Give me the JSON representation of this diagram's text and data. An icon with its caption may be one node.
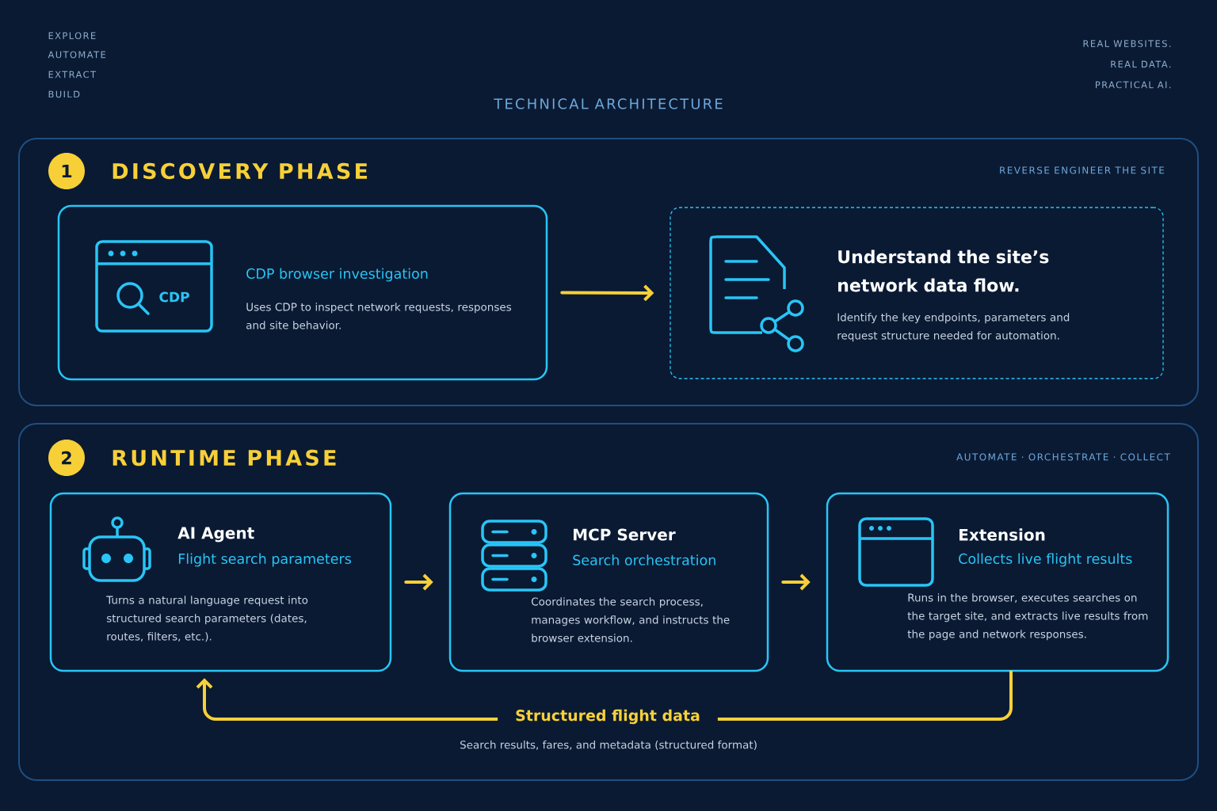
{
  "diagram": {
    "title": "TECHNICAL ARCHITECTURE",
    "nodes": [
      {
        "text": [
          "DISCOVERY PHASE",
          "REVERSE ENGINEER THE SITE"
        ]
      },
      {
        "text": [
          "1"
        ],
        "in": 0
      },
      {
        "text": [
          "CDP",
          "CDP browser investigation",
          "Uses CDP to inspect network requests, responses and site behavior."
        ],
        "in": 0
      },
      {
        "text": [
          "Understand the site’s network data flow.",
          "Identify the key endpoints, parameters and request structure needed for automation."
        ],
        "in": 0
      },
      {
        "text": [
          "RUNTIME PHASE",
          "AUTOMATE · ORCHESTRATE · COLLECT"
        ]
      },
      {
        "text": [
          "2"
        ],
        "in": 4
      },
      {
        "text": [
          "AI Agent",
          "Flight search parameters",
          "Turns a natural language request into structured search parameters (dates, routes, filters, etc.)."
        ],
        "in": 4
      },
      {
        "text": [
          "MCP Server",
          "Search orchestration",
          "Coordinates the search process, manages workflow, and instructs the browser extension."
        ],
        "in": 4
      },
      {
        "text": [
          "Extension",
          "Collects live flight results",
          "Runs in the browser, executes searches on the target site, and extracts live results from the page and network responses."
        ],
        "in": 4
      }
    ],
    "edges": [
      {
        "from": 2,
        "to": 3,
        "arrow": "to"
      },
      {
        "from": 6,
        "to": 7,
        "arrow": "to"
      },
      {
        "from": 7,
        "to": 8,
        "arrow": "to"
      },
      {
        "from": 8,
        "to": 6,
        "arrow": "to",
        "label": "Structured flight data"
      }
    ],
    "labels": [
      "EXPLORE",
      "AUTOMATE",
      "EXTRACT",
      "BUILD",
      "REAL WEBSITES.",
      "REAL DATA.",
      "PRACTICAL AI.",
      "Search results, fares, and metadata (structured format)"
    ]
  }
}
